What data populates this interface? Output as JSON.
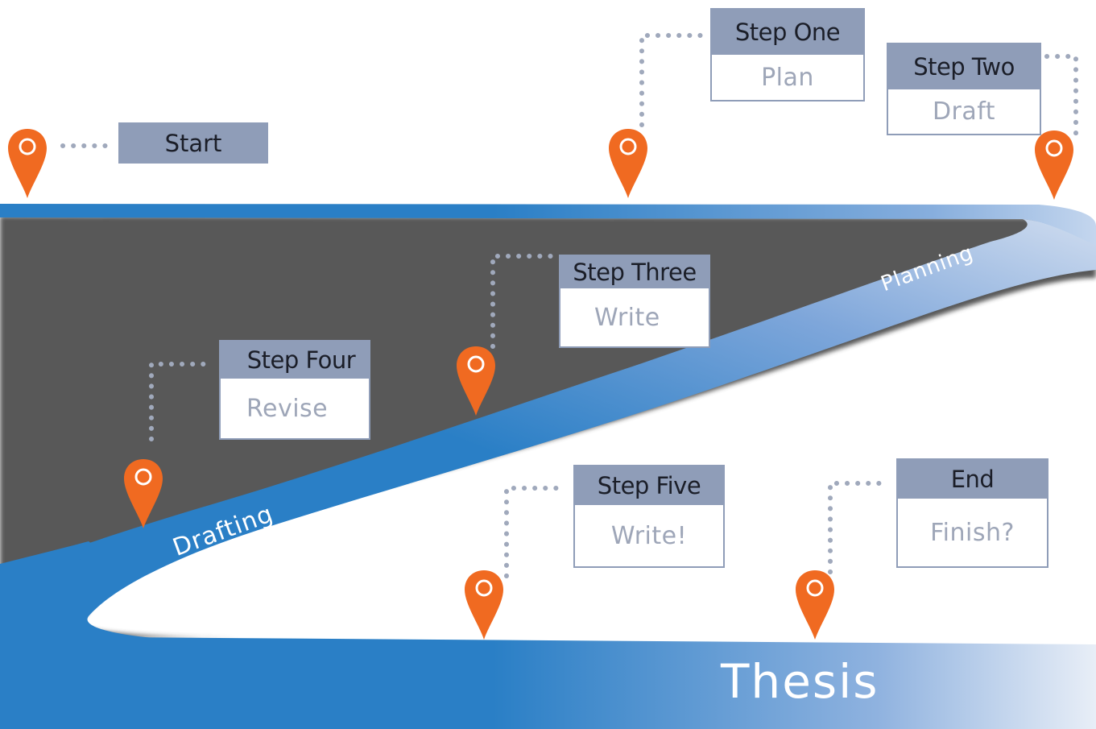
{
  "road": {
    "planning_label": "Planning",
    "drafting_label": "Drafting",
    "thesis_label": "Thesis"
  },
  "colors": {
    "road_blue": "#2a7fc6",
    "road_light": "#e8eef7",
    "pin_orange": "#f06a21",
    "box_header": "#8f9db8",
    "dots": "#a0a9bc"
  },
  "steps": {
    "start": {
      "label": "Start"
    },
    "one": {
      "title": "Step One",
      "subtitle": "Plan"
    },
    "two": {
      "title": "Step Two",
      "subtitle": "Draft"
    },
    "three": {
      "title": "Step Three",
      "subtitle": "Write"
    },
    "four": {
      "title": "Step Four",
      "subtitle": "Revise"
    },
    "five": {
      "title": "Step Five",
      "subtitle": "Write!"
    },
    "end": {
      "title": "End",
      "subtitle": "Finish?"
    }
  },
  "pin_icon": "map-pin-icon"
}
